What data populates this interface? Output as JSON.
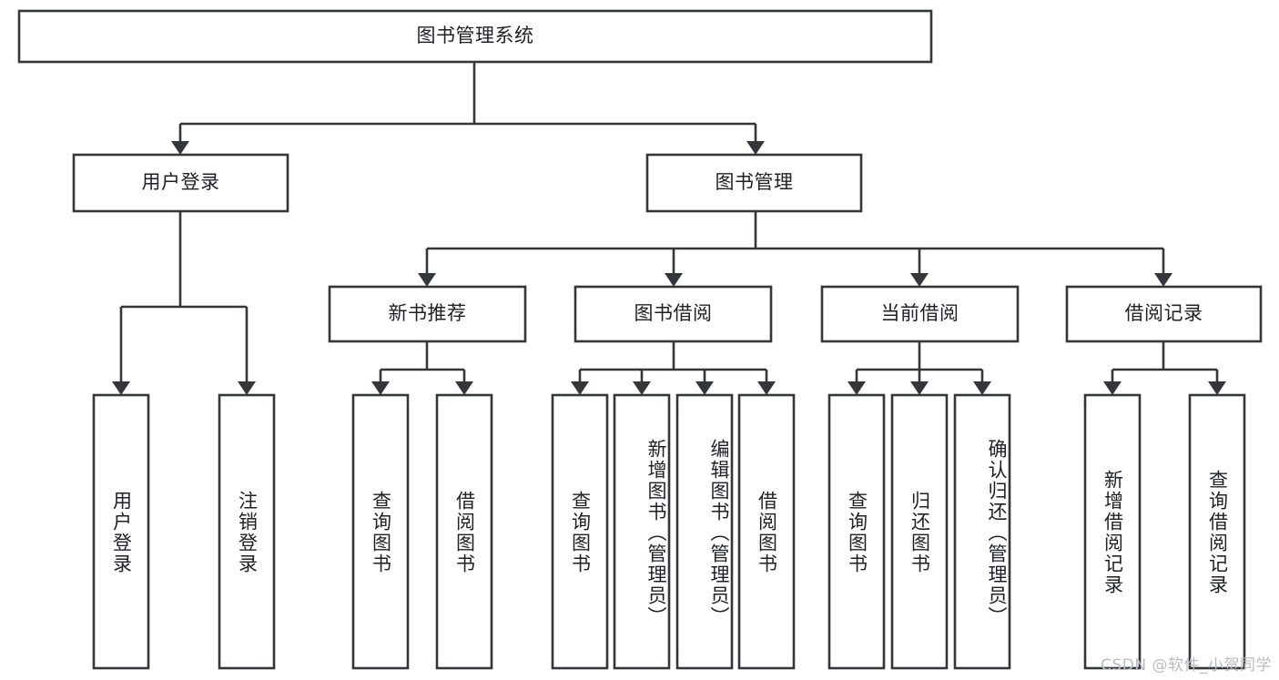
{
  "diagram": {
    "title": "图书管理系统",
    "type": "hierarchy-tree",
    "levels": 4,
    "colors": {
      "stroke": "#33363b",
      "fill": "#ffffff",
      "text": "#1d2025",
      "watermark": "#b9bdc2",
      "background": "#ffffff"
    },
    "root": {
      "label": "图书管理系统"
    },
    "level2": [
      {
        "label": "用户登录"
      },
      {
        "label": "图书管理"
      }
    ],
    "level3": [
      {
        "label": "新书推荐"
      },
      {
        "label": "图书借阅"
      },
      {
        "label": "当前借阅"
      },
      {
        "label": "借阅记录"
      }
    ],
    "leaves_user_login": [
      {
        "label": "用户登录"
      },
      {
        "label": "注销登录"
      }
    ],
    "leaves_new_books": [
      {
        "label": "查询图书"
      },
      {
        "label": "借阅图书"
      }
    ],
    "leaves_borrow_books": [
      {
        "label": "查询图书"
      },
      {
        "label": "新增图书（管理员）"
      },
      {
        "label": "编辑图书（管理员）"
      },
      {
        "label": "借阅图书"
      }
    ],
    "leaves_current_borrow": [
      {
        "label": "查询图书"
      },
      {
        "label": "归还图书"
      },
      {
        "label": "确认归还（管理员）"
      }
    ],
    "leaves_borrow_records": [
      {
        "label": "新增借阅记录"
      },
      {
        "label": "查询借阅记录"
      }
    ]
  },
  "watermark": {
    "text": "CSDN @软件_小贺同学"
  }
}
